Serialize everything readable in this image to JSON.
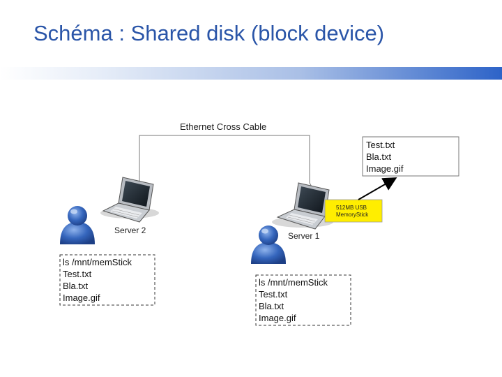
{
  "slide": {
    "title": "Schéma : Shared disk (block device)"
  },
  "diagram": {
    "cable_label": "Ethernet Cross Cable",
    "server1_label": "Server 1",
    "server2_label": "Server 2",
    "usb_label_line1": "512MB USB",
    "usb_label_line2": "MemoryStick",
    "usb_files": [
      "Test.txt",
      "Bla.txt",
      "Image.gif"
    ],
    "server2_listing": [
      "ls /mnt/memStick",
      "Test.txt",
      "Bla.txt",
      "Image.gif"
    ],
    "server1_listing": [
      "ls /mnt/memStick",
      "Test.txt",
      "Bla.txt",
      "Image.gif"
    ]
  },
  "colors": {
    "title": "#2a55a8",
    "usb_fill": "#ffee00",
    "user_icon": "#2f5fb0"
  }
}
